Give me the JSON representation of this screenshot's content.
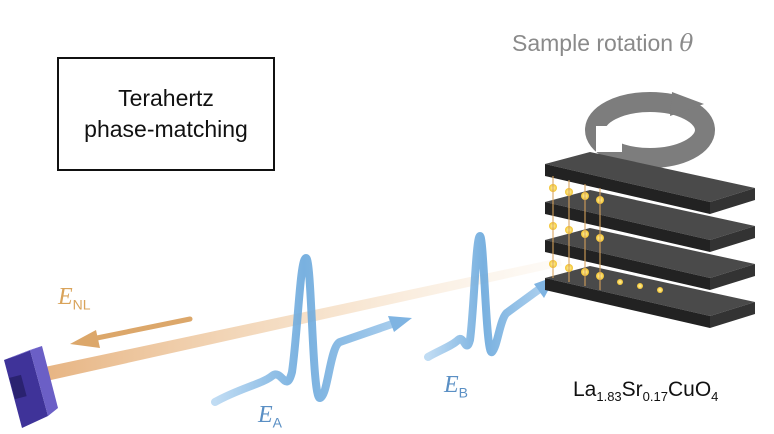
{
  "title_box": {
    "line1": "Terahertz",
    "line2": "phase-matching"
  },
  "rotation": {
    "text": "Sample rotation ",
    "symbol": "θ"
  },
  "fields": {
    "nonlinear": {
      "symbol": "E",
      "sub": "NL"
    },
    "a": {
      "symbol": "E",
      "sub": "A"
    },
    "b": {
      "symbol": "E",
      "sub": "B"
    }
  },
  "material": {
    "p1": "La",
    "s1": "1.83",
    "p2": "Sr",
    "s2": "0.17",
    "p3": "CuO",
    "s3": "4"
  },
  "colors": {
    "pulse_blue": "#6aa8dc",
    "beam_orange": "#e7b07a",
    "layer_dark": "#3a3a3a",
    "rotation_gray": "#8a8a8a",
    "detector_purple": "#5a48a8"
  }
}
